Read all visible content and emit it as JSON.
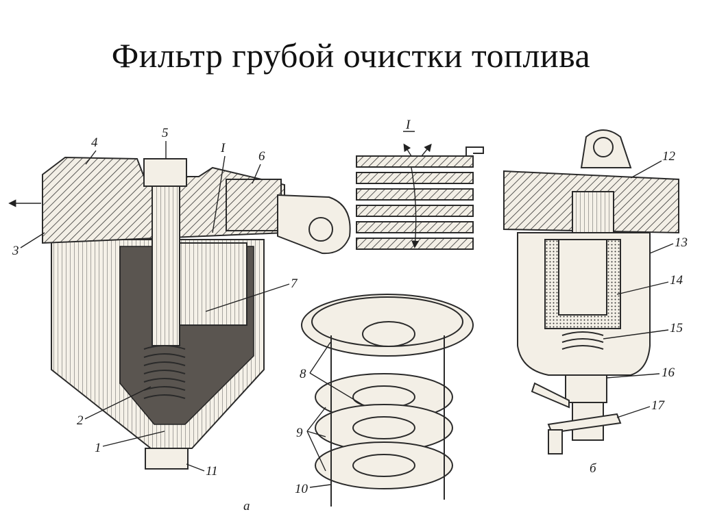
{
  "title": "Фильтр грубой очистки топлива",
  "labels": {
    "l1": "1",
    "l2": "2",
    "l3": "3",
    "l4": "4",
    "l5": "5",
    "l6": "6",
    "l7": "7",
    "l8": "8",
    "l9": "9",
    "l10": "10",
    "l11": "11",
    "l12": "12",
    "l13": "13",
    "l14": "14",
    "l15": "15",
    "l16": "16",
    "l17": "17",
    "detail_top": "I",
    "detail_ref": "I",
    "view_a": "а",
    "view_b": "б"
  }
}
